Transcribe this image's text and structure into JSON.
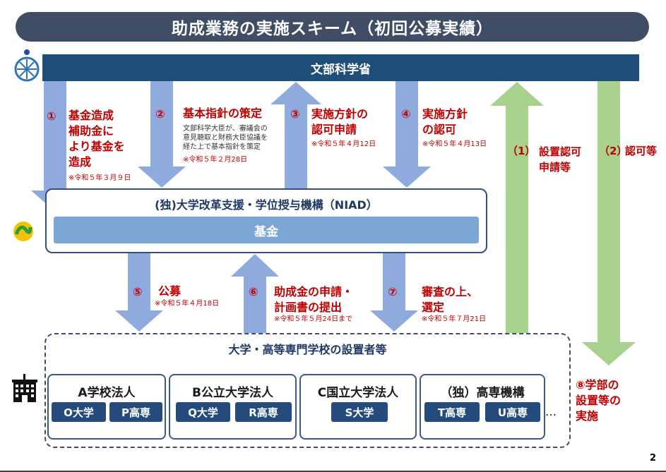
{
  "title": "助成業務の実施スキーム（初回公募実績）",
  "mext": "文部科学省",
  "niad": {
    "title": "(独)大学改革支援・学位授与機構（NIAD）",
    "fund": "基金"
  },
  "steps": {
    "s1": {
      "num": "①",
      "text": [
        "基金造成",
        "補助金に",
        "より基金を",
        "造成"
      ],
      "date": "※令和５年３月９日"
    },
    "s2": {
      "num": "②",
      "text": "基本指針の策定",
      "desc": [
        "文部科学大臣が、審議会の",
        "意見聴取と財務大臣協議を",
        "経た上で基本指針を策定"
      ],
      "date": "※令和５年２月28日"
    },
    "s3": {
      "num": "③",
      "text": [
        "実施方針の",
        "認可申請"
      ],
      "date": "※令和５年４月12日"
    },
    "s4": {
      "num": "④",
      "text": [
        "実施方針",
        "の認可"
      ],
      "date": "※令和５年４月13日"
    },
    "s5": {
      "num": "⑤",
      "text": "公募",
      "date": "※令和５年４月18日"
    },
    "s6": {
      "num": "⑥",
      "text": [
        "助成金の申請・",
        "計画書の提出"
      ],
      "date": "※令和５年５月24日まで"
    },
    "s7": {
      "num": "⑦",
      "text": [
        "審査の上、",
        "選定"
      ],
      "date": "※令和５年７月21日"
    },
    "p1": {
      "num": "（1）",
      "text": [
        "設置認可",
        "申請等"
      ]
    },
    "p2": {
      "num": "（2）",
      "text": "認可等"
    },
    "s8": {
      "text": [
        "⑧学部の",
        "設置等の",
        "実施"
      ]
    }
  },
  "univ": {
    "title": "大学・高等専門学校の設置者等",
    "corps": [
      {
        "name": "A学校法人",
        "schools": [
          "O大学",
          "P高専"
        ]
      },
      {
        "name": "B公立大学法人",
        "schools": [
          "Q大学",
          "R高専"
        ]
      },
      {
        "name": "C国立大学法人",
        "schools": [
          "S大学"
        ]
      },
      {
        "name": "（独）高専機構",
        "schools": [
          "T高専",
          "U高専"
        ]
      }
    ],
    "more": "…"
  },
  "page": "2",
  "colors": {
    "arrow_blue": "#8faadc",
    "arrow_green": "#a9d18e",
    "accent_red": "#c00000",
    "navy": "#1f4e79"
  }
}
